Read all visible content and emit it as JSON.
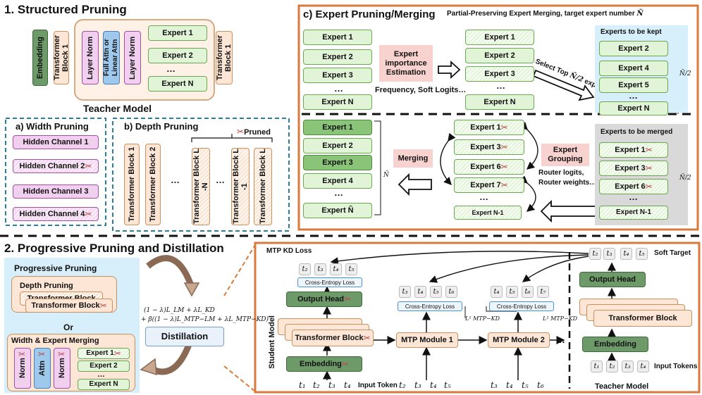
{
  "structured": {
    "title": "1. Structured Pruning",
    "embedding": "Embedding",
    "tb1": "Transformer Block 1",
    "layer_norm": "Layer Norm",
    "attn": "Full Attn or Linear Attn",
    "expert1": "Expert 1",
    "expert2": "Expert 2",
    "dots": "…",
    "expertN": "Expert N",
    "tb_right": "Transformer Block 1",
    "teacher": "Teacher Model"
  },
  "width": {
    "title": "a) Width Pruning",
    "channels": [
      "Hidden Channel 1",
      "Hidden Channel 2",
      "Hidden Channel 3",
      "Hidden Channel 4"
    ]
  },
  "depth": {
    "title": "b) Depth Pruning",
    "pruned": "Pruned",
    "blocks": [
      "Transformer Block 1",
      "Transformer Block 2",
      "Transformer Block L -N",
      "Transformer Block L -1",
      "Transformer Block L"
    ],
    "dots": "…"
  },
  "expert": {
    "title": "c) Expert Pruning/Merging",
    "subtitle": "Partial-Preserving Expert Merging, target expert number",
    "n_tilde": "Ñ",
    "left_top": [
      "Expert 1",
      "Expert 2",
      "Expert 3",
      "…",
      "Expert N"
    ],
    "importance": "Expert importance Estimation",
    "freq": "Frequency, Soft Logits…",
    "mid_top": [
      "Expert 1",
      "Expert 2",
      "Expert 3",
      "…",
      "Expert N"
    ],
    "select": "Select Top",
    "select_tail": "experts",
    "kept_title": "Experts to be kept",
    "kept": [
      "Expert 2",
      "Expert 4",
      "Expert 5",
      "…",
      "Expert N"
    ],
    "frac": "Ñ/2",
    "left_bottom": [
      "Expert 1",
      "Expert 2",
      "Expert 3",
      "Expert 4",
      "…",
      "Expert Ñ"
    ],
    "merging": "Merging",
    "mid_bottom": [
      "Expert 1",
      "Expert 3",
      "Expert 6",
      "Expert 7",
      "…",
      "Expert N-1"
    ],
    "grouping": "Expert Grouping",
    "router": "Router logits,",
    "router2": "Router weights…",
    "merged_title": "Experts to be merged",
    "merged": [
      "Expert 1",
      "Expert 3",
      "Expert 6",
      "…",
      "Expert N-1"
    ]
  },
  "progressive": {
    "title": "2. Progressive Pruning and Distillation",
    "panel_title": "Progressive Pruning",
    "depth": "Depth Pruning",
    "tb": "Transformer Block",
    "or": "Or",
    "wem": "Width & Expert Merging",
    "norm": "Norm",
    "attn": "Attn",
    "experts": [
      "Expert 1",
      "Expert 2",
      "…",
      "Expert N"
    ],
    "distill": "Distillation",
    "formula1": "(1 − λ)L_LM + λL_KD",
    "formula2": "+ β((1 − λ)L_MTP−LM + λL_MTP−KD)"
  },
  "mtp": {
    "loss_title": "MTP KD Loss",
    "soft_target": "Soft Target",
    "ce": "Cross-Entropy Loss",
    "output_head": "Output Head",
    "tb": "Transformer Block",
    "embedding": "Embedding",
    "student": "Student Model",
    "mtp1": "MTP Module 1",
    "mtp2": "MTP Module 2",
    "dots": "…",
    "l1": "L¹ MTP−KD",
    "l2": "L² MTP−KD",
    "input_token": "Input Token",
    "input_tokens": "Input Tokens",
    "teacher": "Teacher Model",
    "teacher_output_head": "Output Head",
    "teacher_tb": "Transformer Block",
    "teacher_emb": "Embedding"
  },
  "colors": {
    "accent_orange": "#d97a3a",
    "dashed_blue": "#2a7f9a",
    "green": "#6aa84f"
  }
}
